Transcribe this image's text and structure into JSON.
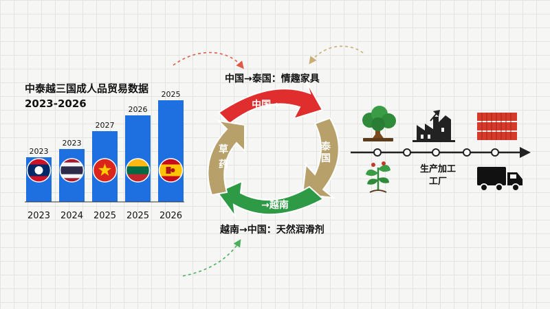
{
  "chart_data": {
    "type": "bar",
    "title_line1": "中泰越三国成人品贸易数据",
    "title_line2": "2023-2026",
    "categories": [
      "2023",
      "2024",
      "2025",
      "2025",
      "2026"
    ],
    "top_labels": [
      "2023",
      "2023",
      "2027",
      "2026",
      "2025"
    ],
    "values": [
      65,
      77,
      103,
      126,
      148
    ],
    "bar_color": "#1e6fe0",
    "flags": [
      "laos-flag-icon",
      "thailand-flag-icon",
      "vietnam-flag-icon",
      "lithuania-flag-icon",
      "spain-flag-icon"
    ]
  },
  "flows": {
    "top_label": "中国→泰国：情趣家具",
    "bottom_label": "越南→中国：天然润滑剂",
    "arrows": [
      {
        "text": "中国→",
        "color": "#e02d2d",
        "icon": "curved-arrow-icon"
      },
      {
        "text": "泰国",
        "color": "#b8a06a",
        "icon": "curved-arrow-icon"
      },
      {
        "text": "→越南",
        "color": "#2e9a46",
        "icon": "curved-arrow-icon"
      },
      {
        "text": "草药",
        "color": "#b8a06a",
        "icon": "curved-arrow-icon"
      }
    ]
  },
  "timeline": {
    "factory_label_line1": "生产加工",
    "factory_label_line2": "工厂",
    "icons": [
      "tree-icon",
      "factory-icon",
      "shipping-container-icon",
      "seedling-icon",
      "truck-icon",
      "arrow-right-icon"
    ]
  },
  "colors": {
    "red": "#e02d2d",
    "green": "#2e9a46",
    "tan": "#b8a06a",
    "blue": "#1e6fe0"
  }
}
